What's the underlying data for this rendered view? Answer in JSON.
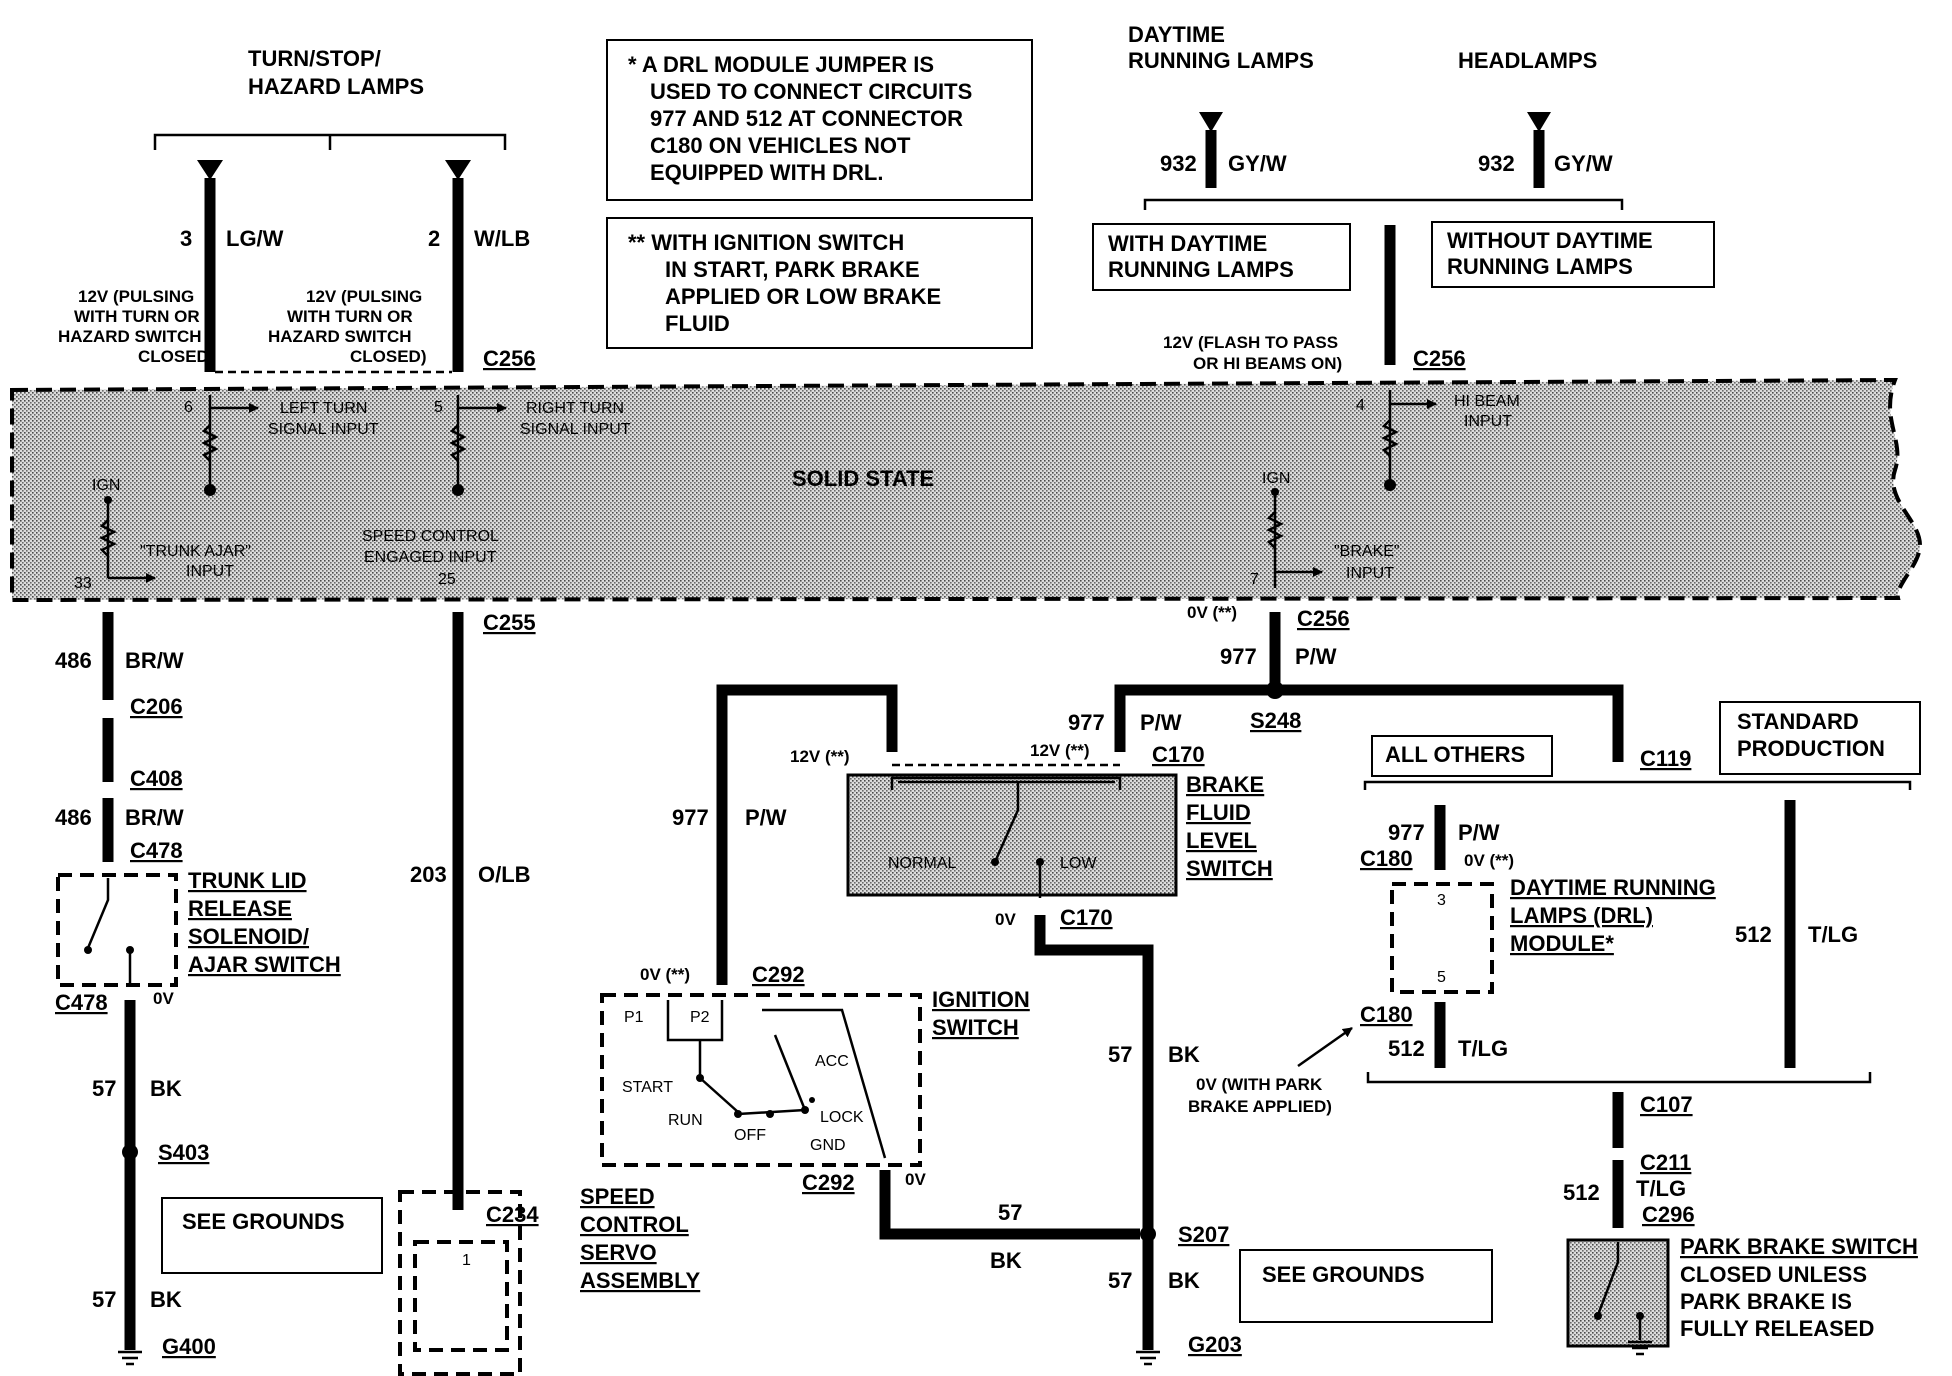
{
  "headers": {
    "turn_lamps": [
      "TURN/STOP/",
      "HAZARD LAMPS"
    ],
    "daytime_lamps": [
      "DAYTIME",
      "RUNNING LAMPS"
    ],
    "headlamps": "HEADLAMPS"
  },
  "notes": {
    "note1": [
      "* A DRL MODULE JUMPER IS",
      "USED TO CONNECT CIRCUITS",
      "977 AND 512 AT CONNECTOR",
      "C180 ON VEHICLES NOT",
      "EQUIPPED WITH DRL."
    ],
    "note2": [
      "**  WITH IGNITION SWITCH",
      "IN START, PARK BRAKE",
      "APPLIED OR LOW BRAKE",
      "FLUID"
    ],
    "with_drl": [
      "WITH DAYTIME",
      "RUNNING LAMPS"
    ],
    "without_drl": [
      "WITHOUT DAYTIME",
      "RUNNING LAMPS"
    ],
    "all_others": "ALL OTHERS",
    "standard_production": [
      "STANDARD",
      "PRODUCTION"
    ],
    "see_grounds_left": "SEE GROUNDS",
    "see_grounds_right": "SEE GROUNDS"
  },
  "module": {
    "name": "SOLID STATE",
    "left_turn": [
      "LEFT TURN",
      "SIGNAL INPUT"
    ],
    "right_turn": [
      "RIGHT TURN",
      "SIGNAL INPUT"
    ],
    "hi_beam": [
      "HI BEAM",
      "INPUT"
    ],
    "trunk_ajar": [
      "\"TRUNK AJAR\"",
      "INPUT"
    ],
    "speed_control": [
      "SPEED CONTROL",
      "ENGAGED INPUT"
    ],
    "brake": [
      "\"BRAKE\"",
      "INPUT"
    ],
    "ign": "IGN",
    "pins": {
      "p6": "6",
      "p5": "5",
      "p4": "4",
      "p33": "33",
      "p25": "25",
      "p7": "7"
    }
  },
  "wires": {
    "w3": {
      "num": "3",
      "color": "LG/W"
    },
    "w2": {
      "num": "2",
      "color": "W/LB"
    },
    "w932a": {
      "num": "932",
      "color": "GY/W"
    },
    "w932b": {
      "num": "932",
      "color": "GY/W"
    },
    "w486a": {
      "num": "486",
      "color": "BR/W"
    },
    "w486b": {
      "num": "486",
      "color": "BR/W"
    },
    "w203": {
      "num": "203",
      "color": "O/LB"
    },
    "w977a": {
      "num": "977",
      "color": "P/W"
    },
    "w977b": {
      "num": "977",
      "color": "P/W"
    },
    "w977c": {
      "num": "977",
      "color": "P/W"
    },
    "w977d": {
      "num": "977",
      "color": "P/W"
    },
    "w57a": {
      "num": "57",
      "color": "BK"
    },
    "w57b": {
      "num": "57",
      "color": "BK"
    },
    "w57c": {
      "num": "57",
      "color": "BK"
    },
    "w57d": {
      "num": "57",
      "color": "BK"
    },
    "w57e": {
      "num": "57",
      "color": "BK"
    },
    "w512a": {
      "num": "512",
      "color": "T/LG"
    },
    "w512b": {
      "num": "512",
      "color": "T/LG"
    },
    "w512c": {
      "num": "512",
      "color": "T/LG"
    }
  },
  "voltages": {
    "left_turn": [
      "12V (PULSING",
      "WITH TURN OR",
      "HAZARD SWITCH",
      "CLOSED)"
    ],
    "right_turn": [
      "12V (PULSING",
      "WITH TURN OR",
      "HAZARD SWITCH",
      "CLOSED)"
    ],
    "hi_beam": [
      "12V (FLASH TO PASS",
      "OR HI BEAMS ON)"
    ],
    "brake_0v": "0V (**)",
    "v12_a": "12V (**)",
    "v12_b": "12V (**)",
    "v0_c478": "0V",
    "v0_c292": "0V (**)",
    "v0_ign": "0V",
    "v0_c170": "0V",
    "v0_c180": "0V (**)",
    "park_brake": [
      "0V (WITH PARK",
      "BRAKE APPLIED)"
    ]
  },
  "connectors": {
    "c256a": "C256",
    "c256b": "C256",
    "c256c": "C256",
    "c255": "C255",
    "c206": "C206",
    "c408": "C408",
    "c478a": "C478",
    "c478b": "C478",
    "c234": "C234",
    "c292a": "C292",
    "c292b": "C292",
    "c170a": "C170",
    "c170b": "C170",
    "c119": "C119",
    "c180a": "C180",
    "c180b": "C180",
    "c107": "C107",
    "c211": "C211",
    "c296": "C296"
  },
  "splices": {
    "s248": "S248",
    "s403": "S403",
    "s207": "S207"
  },
  "grounds": {
    "g400": "G400",
    "g203": "G203"
  },
  "components": {
    "trunk_lid": [
      "TRUNK LID",
      "RELEASE",
      "SOLENOID/",
      "AJAR SWITCH"
    ],
    "speed_servo": [
      "SPEED",
      "CONTROL",
      "SERVO",
      "ASSEMBLY"
    ],
    "ignition": [
      "IGNITION",
      "SWITCH"
    ],
    "brake_fluid": [
      "BRAKE",
      "FLUID",
      "LEVEL",
      "SWITCH"
    ],
    "drl_module": [
      "DAYTIME RUNNING",
      "LAMPS (DRL)",
      "MODULE*"
    ],
    "park_brake": [
      "PARK BRAKE SWITCH"
    ],
    "park_brake_desc": [
      "CLOSED UNLESS",
      "PARK BRAKE IS",
      "FULLY RELEASED"
    ]
  },
  "switch_labels": {
    "normal": "NORMAL",
    "low": "LOW",
    "p1": "P1",
    "p2": "P2",
    "start": "START",
    "run": "RUN",
    "off": "OFF",
    "acc": "ACC",
    "lock": "LOCK",
    "gnd": "GND",
    "servo_pin": "1",
    "drl_pin3": "3",
    "drl_pin5": "5"
  }
}
